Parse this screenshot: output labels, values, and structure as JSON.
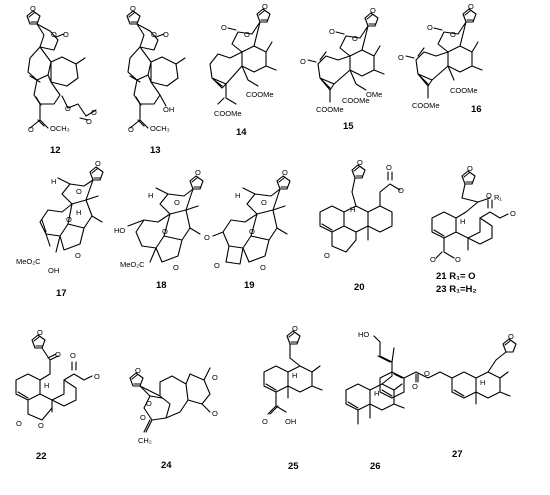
{
  "compounds": [
    {
      "id": "12",
      "substituent_labels": [
        "O",
        "O",
        "O",
        "O",
        "OCH₃",
        "O",
        "O",
        "O"
      ]
    },
    {
      "id": "13",
      "substituent_labels": [
        "O",
        "O",
        "O",
        "O",
        "OCH₃",
        "OH"
      ]
    },
    {
      "id": "14",
      "substituent_labels": [
        "O",
        "O",
        "O",
        "COOMe",
        "COOMe"
      ]
    },
    {
      "id": "15",
      "substituent_labels": [
        "O",
        "O",
        "O",
        "O",
        "OMe",
        "COOMe",
        "COOMe"
      ]
    },
    {
      "id": "16",
      "substituent_labels": [
        "O",
        "O",
        "O",
        "O",
        "COOMe",
        "COOMe"
      ]
    },
    {
      "id": "17",
      "substituent_labels": [
        "O",
        "O",
        "O",
        "H",
        "H",
        "MeO₂C",
        "OH",
        "O"
      ]
    },
    {
      "id": "18",
      "substituent_labels": [
        "O",
        "O",
        "O",
        "H",
        "HO",
        "MeO₂C",
        "O"
      ]
    },
    {
      "id": "19",
      "substituent_labels": [
        "O",
        "O",
        "O",
        "H",
        "O",
        "O",
        "O"
      ]
    },
    {
      "id": "20",
      "substituent_labels": [
        "O",
        "O",
        "O",
        "O",
        "H"
      ]
    },
    {
      "id": "21",
      "substituent_labels": [
        "O",
        "R₁",
        "H",
        "O",
        "O",
        "O",
        "O"
      ],
      "caption": "21 R₁= O"
    },
    {
      "id": "23",
      "caption": "23 R₁=H₂"
    },
    {
      "id": "22",
      "substituent_labels": [
        "O",
        "O",
        "H",
        "O",
        "O",
        "O",
        "O"
      ]
    },
    {
      "id": "24",
      "substituent_labels": [
        "O",
        "O",
        "O",
        "O",
        "O",
        "CH₂"
      ]
    },
    {
      "id": "25",
      "substituent_labels": [
        "O",
        "H",
        "O",
        "OH"
      ]
    },
    {
      "id": "26",
      "substituent_labels": [
        "HO",
        "H"
      ]
    },
    {
      "id": "27",
      "substituent_labels": [
        "O",
        "H",
        "O",
        "O"
      ]
    }
  ]
}
